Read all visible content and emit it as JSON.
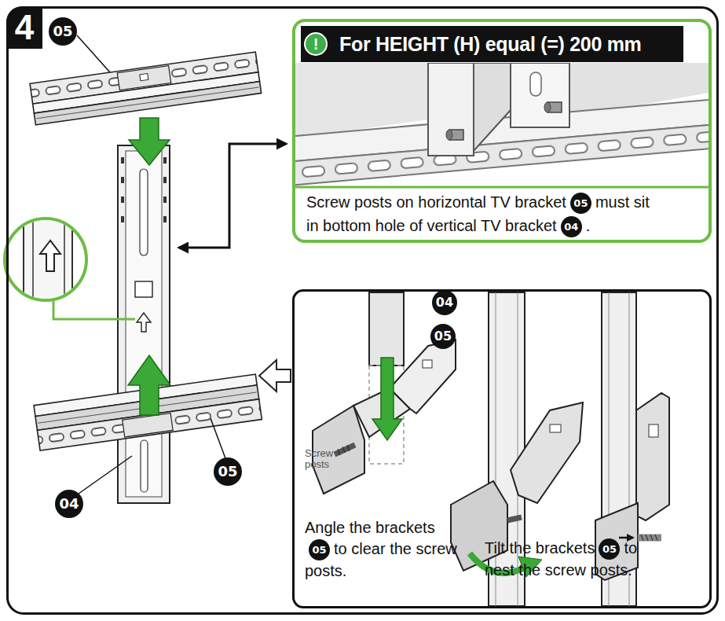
{
  "diagram": {
    "nodes": [
      {
        "text": [
          "4"
        ]
      },
      {
        "text": [
          "!",
          "For HEIGHT (H) equal (=) 200 mm",
          "Screw posts on horizontal TV bracket",
          "05",
          "must sit in bottom hole of vertical TV bracket",
          "04",
          "."
        ],
        "in": 0
      },
      {
        "text": [
          "04",
          "05",
          "Screw posts",
          "Angle the brackets",
          "05",
          "to clear the screw posts.",
          "Tilt the brackets",
          "05",
          "to nest the screw posts."
        ],
        "in": 0
      }
    ],
    "labels": [
      "05",
      "04",
      "05"
    ]
  }
}
